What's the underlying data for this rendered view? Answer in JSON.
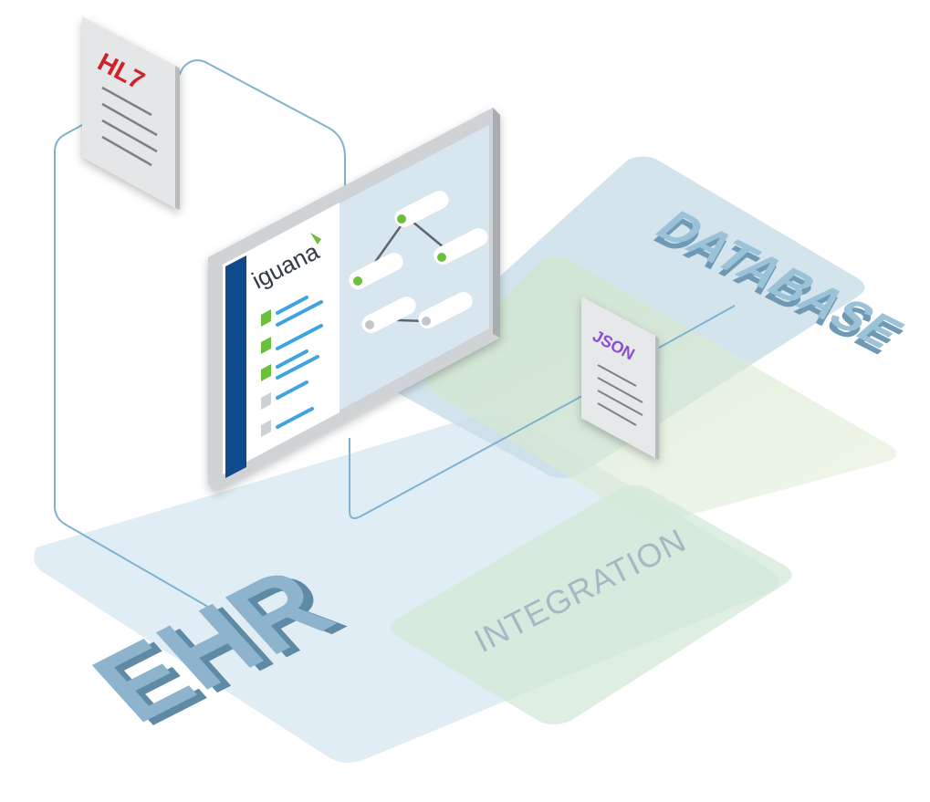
{
  "labels": {
    "database": "DATABASE",
    "integration": "INTEGRATION",
    "ehr": "EHR"
  },
  "documents": {
    "hl7": "HL7",
    "json": "JSON"
  },
  "app": {
    "logo": "iguana",
    "sidebar_items": [
      {
        "status": "active"
      },
      {
        "status": "active"
      },
      {
        "status": "active"
      },
      {
        "status": "inactive"
      },
      {
        "status": "inactive"
      }
    ]
  },
  "colors": {
    "plane_blue": "#cfe3ee",
    "plane_green": "#d9ecd2",
    "label_blue": "#7aa7c2",
    "hl7_red": "#d0202a",
    "json_purple": "#8a4fd0",
    "sidebar_navy": "#0e4a8c",
    "green_status": "#6cbf3a",
    "connector": "#7fb2cf"
  }
}
